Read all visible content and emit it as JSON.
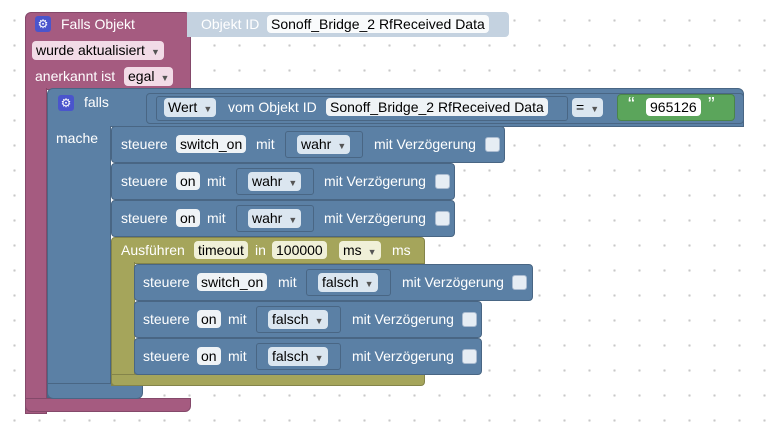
{
  "trigger": {
    "title": "Falls Objekt",
    "object_id_label": "Objekt ID",
    "object_id_value": "Sonoff_Bridge_2 RfReceived Data",
    "updated_option": "wurde aktualisiert",
    "ack_label": "anerkannt ist",
    "ack_option": "egal"
  },
  "if_block": {
    "label": "falls",
    "do_label": "mache",
    "value_option": "Wert",
    "from_object_label": "vom Objekt ID",
    "object_value": "Sonoff_Bridge_2 RfReceived Data",
    "operator": "=",
    "quote_open": "“",
    "string_value": "965126",
    "quote_close": "”"
  },
  "controls_top": [
    {
      "steuere": "steuere",
      "target": "switch_on",
      "mit": "mit",
      "value": "wahr",
      "delay": "mit Verzögerung"
    },
    {
      "steuere": "steuere",
      "target": "on",
      "mit": "mit",
      "value": "wahr",
      "delay": "mit Verzögerung"
    },
    {
      "steuere": "steuere",
      "target": "on",
      "mit": "mit",
      "value": "wahr",
      "delay": "mit Verzögerung"
    }
  ],
  "timeout": {
    "label": "Ausführen",
    "name": "timeout",
    "in_label": "in",
    "value": "100000",
    "unit_option": "ms",
    "unit_label": "ms"
  },
  "controls_inner": [
    {
      "steuere": "steuere",
      "target": "switch_on",
      "mit": "mit",
      "value": "falsch",
      "delay": "mit Verzögerung"
    },
    {
      "steuere": "steuere",
      "target": "on",
      "mit": "mit",
      "value": "falsch",
      "delay": "mit Verzögerung"
    },
    {
      "steuere": "steuere",
      "target": "on",
      "mit": "mit",
      "value": "falsch",
      "delay": "mit Verzögerung"
    }
  ],
  "icons": {
    "gear": "gear-icon",
    "dropdown": "dropdown-arrow-icon"
  },
  "colors": {
    "trigger": "#a55b80",
    "logic": "#5b80a5",
    "timeout": "#a5a55b",
    "text": "#5ba55b"
  }
}
